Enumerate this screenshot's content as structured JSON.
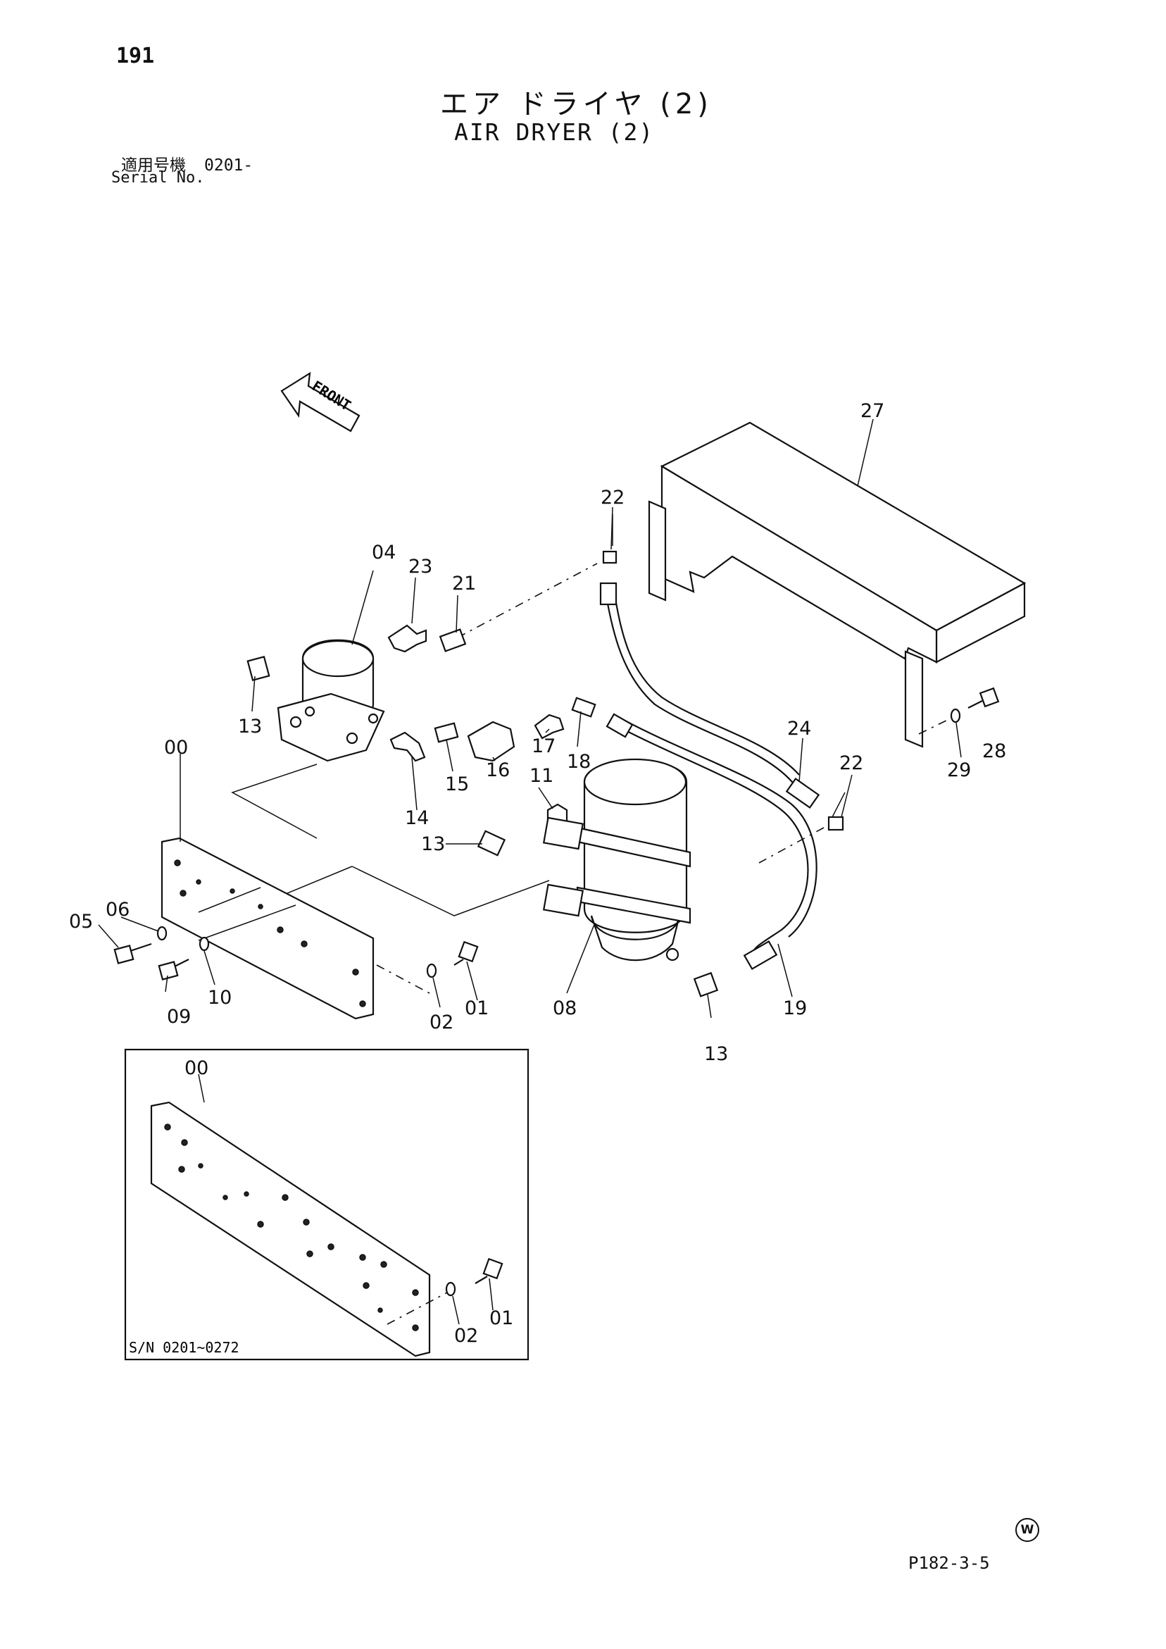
{
  "page_number": "191",
  "title_jp": "エア ドライヤ (2)",
  "title_en": "AIR DRYER (2)",
  "serial": {
    "label_jp": "適用号機",
    "value": "0201-",
    "label_en": "Serial No."
  },
  "front_label": "FRONT",
  "inset_serial": "S/N 0201~0272",
  "footer_code": "P182-3-5",
  "watermark_symbol": "W",
  "callouts": {
    "c00": "00",
    "c01": "01",
    "c02": "02",
    "c04": "04",
    "c05": "05",
    "c06": "06",
    "c08": "08",
    "c09": "09",
    "c10": "10",
    "c11": "11",
    "c13a": "13",
    "c13b": "13",
    "c13c": "13",
    "c14": "14",
    "c15": "15",
    "c16": "16",
    "c17": "17",
    "c18": "18",
    "c19": "19",
    "c21": "21",
    "c22a": "22",
    "c22b": "22",
    "c23": "23",
    "c24": "24",
    "c27": "27",
    "c28": "28",
    "c29": "29",
    "inset_c00": "00",
    "inset_c01": "01",
    "inset_c02": "02"
  }
}
